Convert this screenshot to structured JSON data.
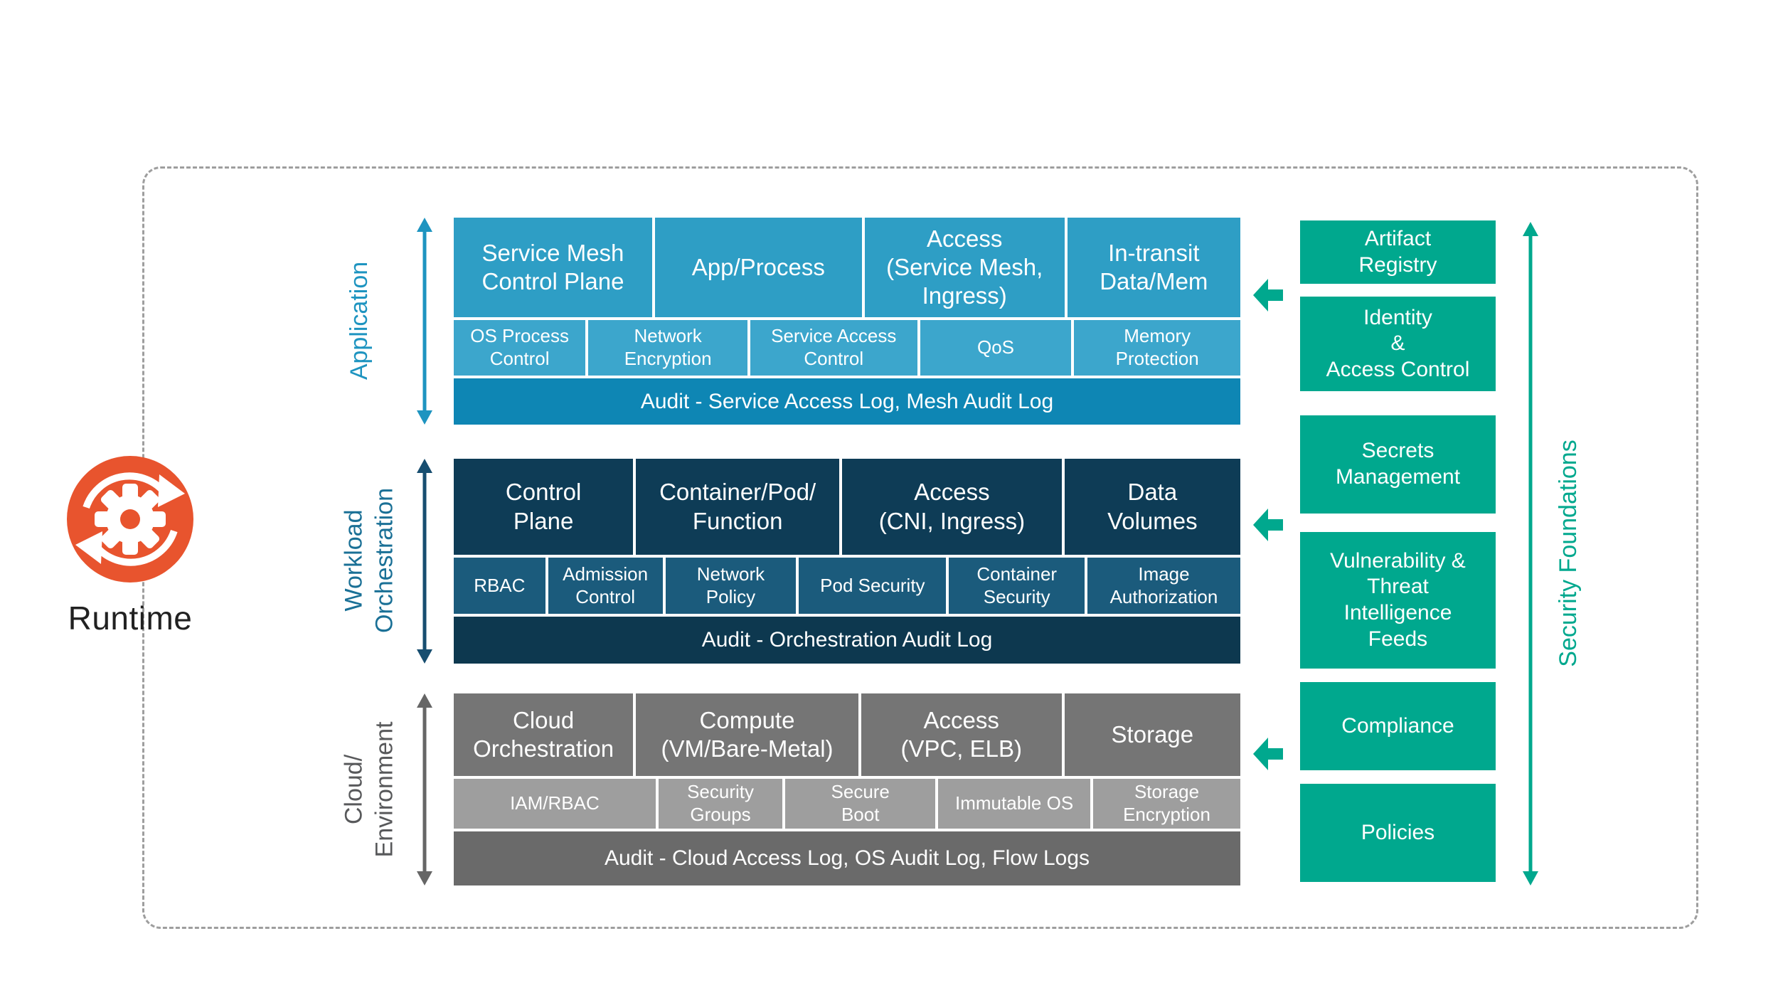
{
  "runtime": {
    "label": "Runtime",
    "icon": "sync-gear-circle-icon",
    "color": "#E8542E"
  },
  "frame": {
    "border_color": "#9E9E9E"
  },
  "layers": [
    {
      "name": "application",
      "axis_label": "Application",
      "label_color": "#1E94C0",
      "colors": {
        "row1": "#2E9EC5",
        "row2": "#3CA6CC",
        "audit": "#0E86B4"
      },
      "row1": [
        "Service Mesh\nControl Plane",
        "App/Process",
        "Access\n(Service Mesh,\nIngress)",
        "In-transit\nData/Mem"
      ],
      "row2": [
        "OS Process\nControl",
        "Network\nEncryption",
        "Service Access\nControl",
        "QoS",
        "Memory\nProtection"
      ],
      "audit": "Audit - Service Access Log, Mesh Audit Log"
    },
    {
      "name": "workload-orchestration",
      "axis_label": "Workload\nOrchestration",
      "label_color": "#1A7096",
      "colors": {
        "row1": "#0E3C56",
        "row2": "#1B5B7C",
        "audit": "#0D384F"
      },
      "row1": [
        "Control\nPlane",
        "Container/Pod/\nFunction",
        "Access\n(CNI, Ingress)",
        "Data\nVolumes"
      ],
      "row2": [
        "RBAC",
        "Admission\nControl",
        "Network\nPolicy",
        "Pod Security",
        "Container\nSecurity",
        "Image\nAuthorization"
      ],
      "audit": "Audit - Orchestration Audit Log"
    },
    {
      "name": "cloud-environment",
      "axis_label": "Cloud/\nEnvironment",
      "label_color": "#58595B",
      "colors": {
        "row1": "#757575",
        "row2": "#9E9E9E",
        "audit": "#6A6A6A"
      },
      "row1": [
        "Cloud\nOrchestration",
        "Compute\n(VM/Bare-Metal)",
        "Access\n(VPC, ELB)",
        "Storage"
      ],
      "row2": [
        "IAM/RBAC",
        "Security\nGroups",
        "Secure\nBoot",
        "Immutable OS",
        "Storage\nEncryption"
      ],
      "audit": "Audit - Cloud Access Log, OS Audit Log, Flow Logs"
    }
  ],
  "foundations": {
    "title": "Security Foundations",
    "color": "#00A88E",
    "items": [
      "Artifact\nRegistry",
      "Identity\n&\nAccess Control",
      "Secrets\nManagement",
      "Vulnerability &\nThreat\nIntelligence\nFeeds",
      "Compliance",
      "Policies"
    ]
  }
}
